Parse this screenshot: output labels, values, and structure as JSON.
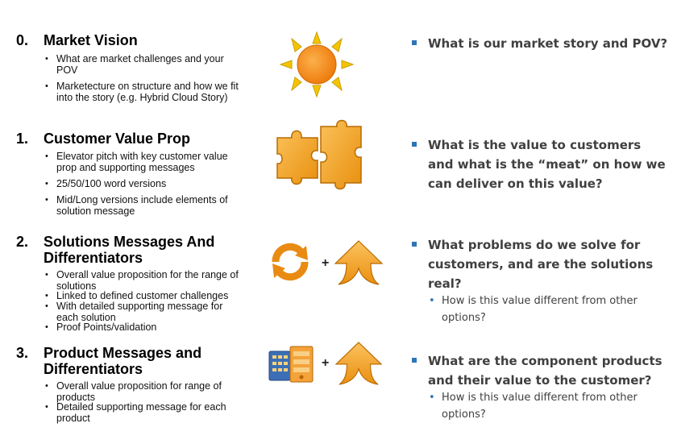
{
  "sections": [
    {
      "num": "0.",
      "title": "Market Vision",
      "bullets": [
        "What are market challenges and your POV",
        "Marketecture on structure and how we fit into the story (e.g. Hybrid Cloud Story)"
      ],
      "icons": [
        "sun-icon"
      ],
      "question": "What is our market story and POV?"
    },
    {
      "num": "1.",
      "title": "Customer Value Prop",
      "bullets": [
        "Elevator pitch with key customer value prop and supporting messages",
        "25/50/100 word versions",
        "Mid/Long versions include elements of solution message"
      ],
      "icons": [
        "puzzle-pieces-icon"
      ],
      "question": "What is the value to customers and what is the “meat” on how we can deliver on this value?"
    },
    {
      "num": "2.",
      "title_line1": "Solutions Messages And",
      "title_line2": "Differentiators",
      "bullets": [
        "Overall value proposition for the range of solutions",
        "Linked to defined customer challenges",
        "With detailed supporting message for each solution",
        "Proof Points/validation"
      ],
      "icons": [
        "cycle-arrows-icon",
        "up-arrow-icon"
      ],
      "plus": "+",
      "question": "What problems do we solve for customers, and are the solutions real?",
      "sub": "How is this value different from other options?"
    },
    {
      "num": "3.",
      "title_line1": "Product Messages and",
      "title_line2": "Differentiators",
      "bullets": [
        "Overall value proposition for range of products",
        "Detailed supporting message for each product"
      ],
      "icons": [
        "server-device-icon",
        "up-arrow-icon"
      ],
      "plus": "+",
      "question": "What are the component products and their value to the customer?",
      "sub": "How is this value different from other options?"
    }
  ],
  "colors": {
    "accent_orange": "#f7a532",
    "bullet_blue": "#2e75b6",
    "text_gray": "#404040"
  }
}
